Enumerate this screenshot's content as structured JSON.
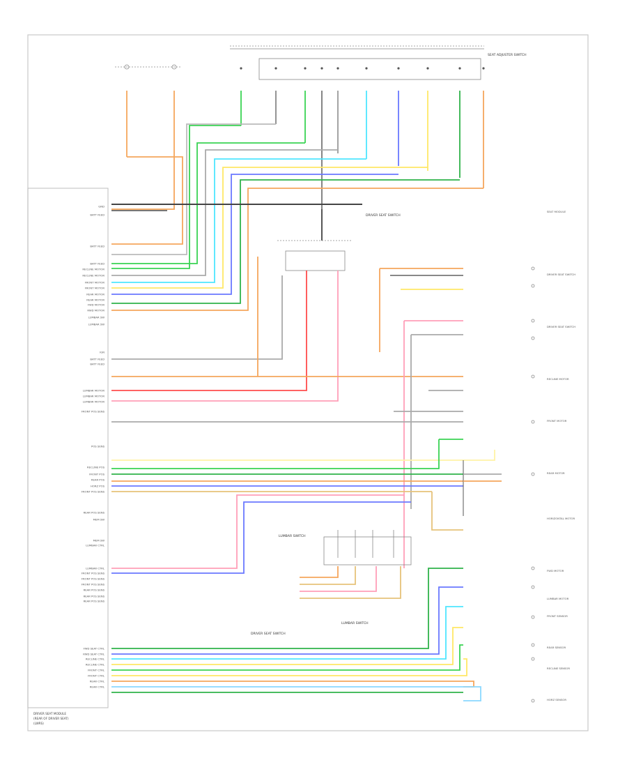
{
  "colors": {
    "orange": "#f5a65c",
    "red": "#ff4d4d",
    "pink": "#ff9eb8",
    "green": "#39d353",
    "darkgreen": "#2fb34a",
    "blue": "#6a78ff",
    "lightblue": "#8ad8ff",
    "cyan": "#4ee6ff",
    "yellow": "#ffe866",
    "lightyellow": "#fff3a6",
    "tan": "#e6c27a",
    "gray": "#999999",
    "black": "#222222",
    "violet": "#c05ae0",
    "frame": "#c8c8c8"
  },
  "diagram": {
    "footer_caption_1": "DRIVER SEAT MODULE",
    "footer_caption_2": "(REAR OF DRIVER SEAT)",
    "footer_caption_3": "(LWRS)",
    "top_right_label": "SEAT ADJUSTER SWITCH",
    "mid_label": "DRIVER SEAT SWITCH",
    "lower_mid_label_1": "DRIVER SEAT SWITCH",
    "lower_mid_label_2": "LUMBAR SWITCH",
    "lumbar_label": "LUMBAR SWITCH",
    "left_labels": [
      "GND",
      "BATT FEED",
      "BATT FEED",
      "BATT FEED",
      "RECLINE MOTOR",
      "RECLINE MOTOR",
      "FRONT MOTOR",
      "FRONT MOTOR",
      "REAR MOTOR",
      "REAR MOTOR",
      "FWD MOTOR",
      "RWD MOTOR",
      "LUMBAR SW",
      "LUMBAR SW",
      "IGN",
      "BATT FEED",
      "BATT FEED",
      "LUMBAR MOTOR",
      "LUMBAR MOTOR",
      "LUMBAR MOTOR",
      "FRONT POS SENS",
      "POS SENS",
      "RECLINE POS",
      "FRONT POS",
      "REAR POS",
      "HORZ POS",
      "FRONT POS SENS",
      "REAR POS SENS",
      "MEM SW",
      "MEM SW",
      "LUMBAR CTRL",
      "LUMBAR CTRL",
      "FRONT POS SENS",
      "FRONT POS SENS",
      "FRONT POS SENS",
      "REAR POS SENS",
      "REAR POS SENS",
      "REAR POS SENS",
      "FWD SEAT CTRL",
      "RWD SEAT CTRL",
      "RECLINE CTRL",
      "RECLINE CTRL",
      "FRONT CTRL",
      "FRONT CTRL",
      "REAR CTRL",
      "REAR CTRL"
    ],
    "right_labels": [
      "SEAT MODULE",
      "DRIVER SEAT SWITCH",
      "DRIVER SEAT SWITCH",
      "RECLINE MOTOR",
      "FRONT MOTOR",
      "REAR MOTOR",
      "HORIZONTAL MOTOR",
      "FWD MOTOR",
      "LUMBAR MOTOR",
      "FRONT SENSOR",
      "REAR SENSOR",
      "RECLINE SENSOR",
      "HORZ SENSOR"
    ]
  }
}
